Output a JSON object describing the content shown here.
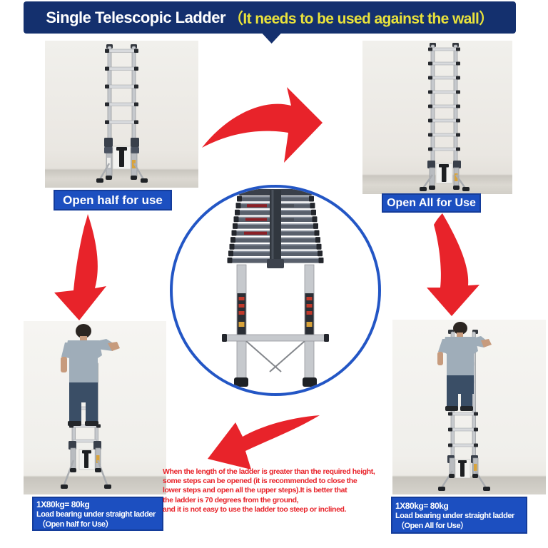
{
  "title": {
    "main": "Single Telescopic Ladder",
    "note": "（It needs to be used against the wall）"
  },
  "state_labels": {
    "half": "Open half for use",
    "full": "Open All for Use"
  },
  "load_banners": {
    "left": {
      "lines": [
        "1X80kg= 80kg",
        "Load bearing under straight ladder",
        "（Open half for Use）"
      ]
    },
    "right": {
      "lines": [
        "1X80kg= 80kg",
        "Load bearing under straight ladder",
        "（Open All for Use）"
      ]
    }
  },
  "warning": {
    "lines": [
      "When the length of the ladder is greater than the required height,",
      "some steps can be opened (it is recommended to close the",
      "lower steps and open all the upper steps).It is better that",
      "the ladder is 70 degrees from the ground,",
      "and it is not easy to use the ladder too steep or inclined."
    ]
  },
  "icons": {
    "arrow_top": "curved-arrow-right-icon",
    "arrow_left": "curved-arrow-down-left-icon",
    "arrow_right": "curved-arrow-down-icon",
    "arrow_bottom": "curved-arrow-down-left-icon"
  },
  "colors": {
    "title_banner": "#14306e",
    "title_text": "#ffffff",
    "title_note": "#e9e23b",
    "label_banner": "#1c4fc0",
    "label_border": "#143c9a",
    "accent_red": "#e8232a",
    "circle_ring": "#2356c5"
  }
}
